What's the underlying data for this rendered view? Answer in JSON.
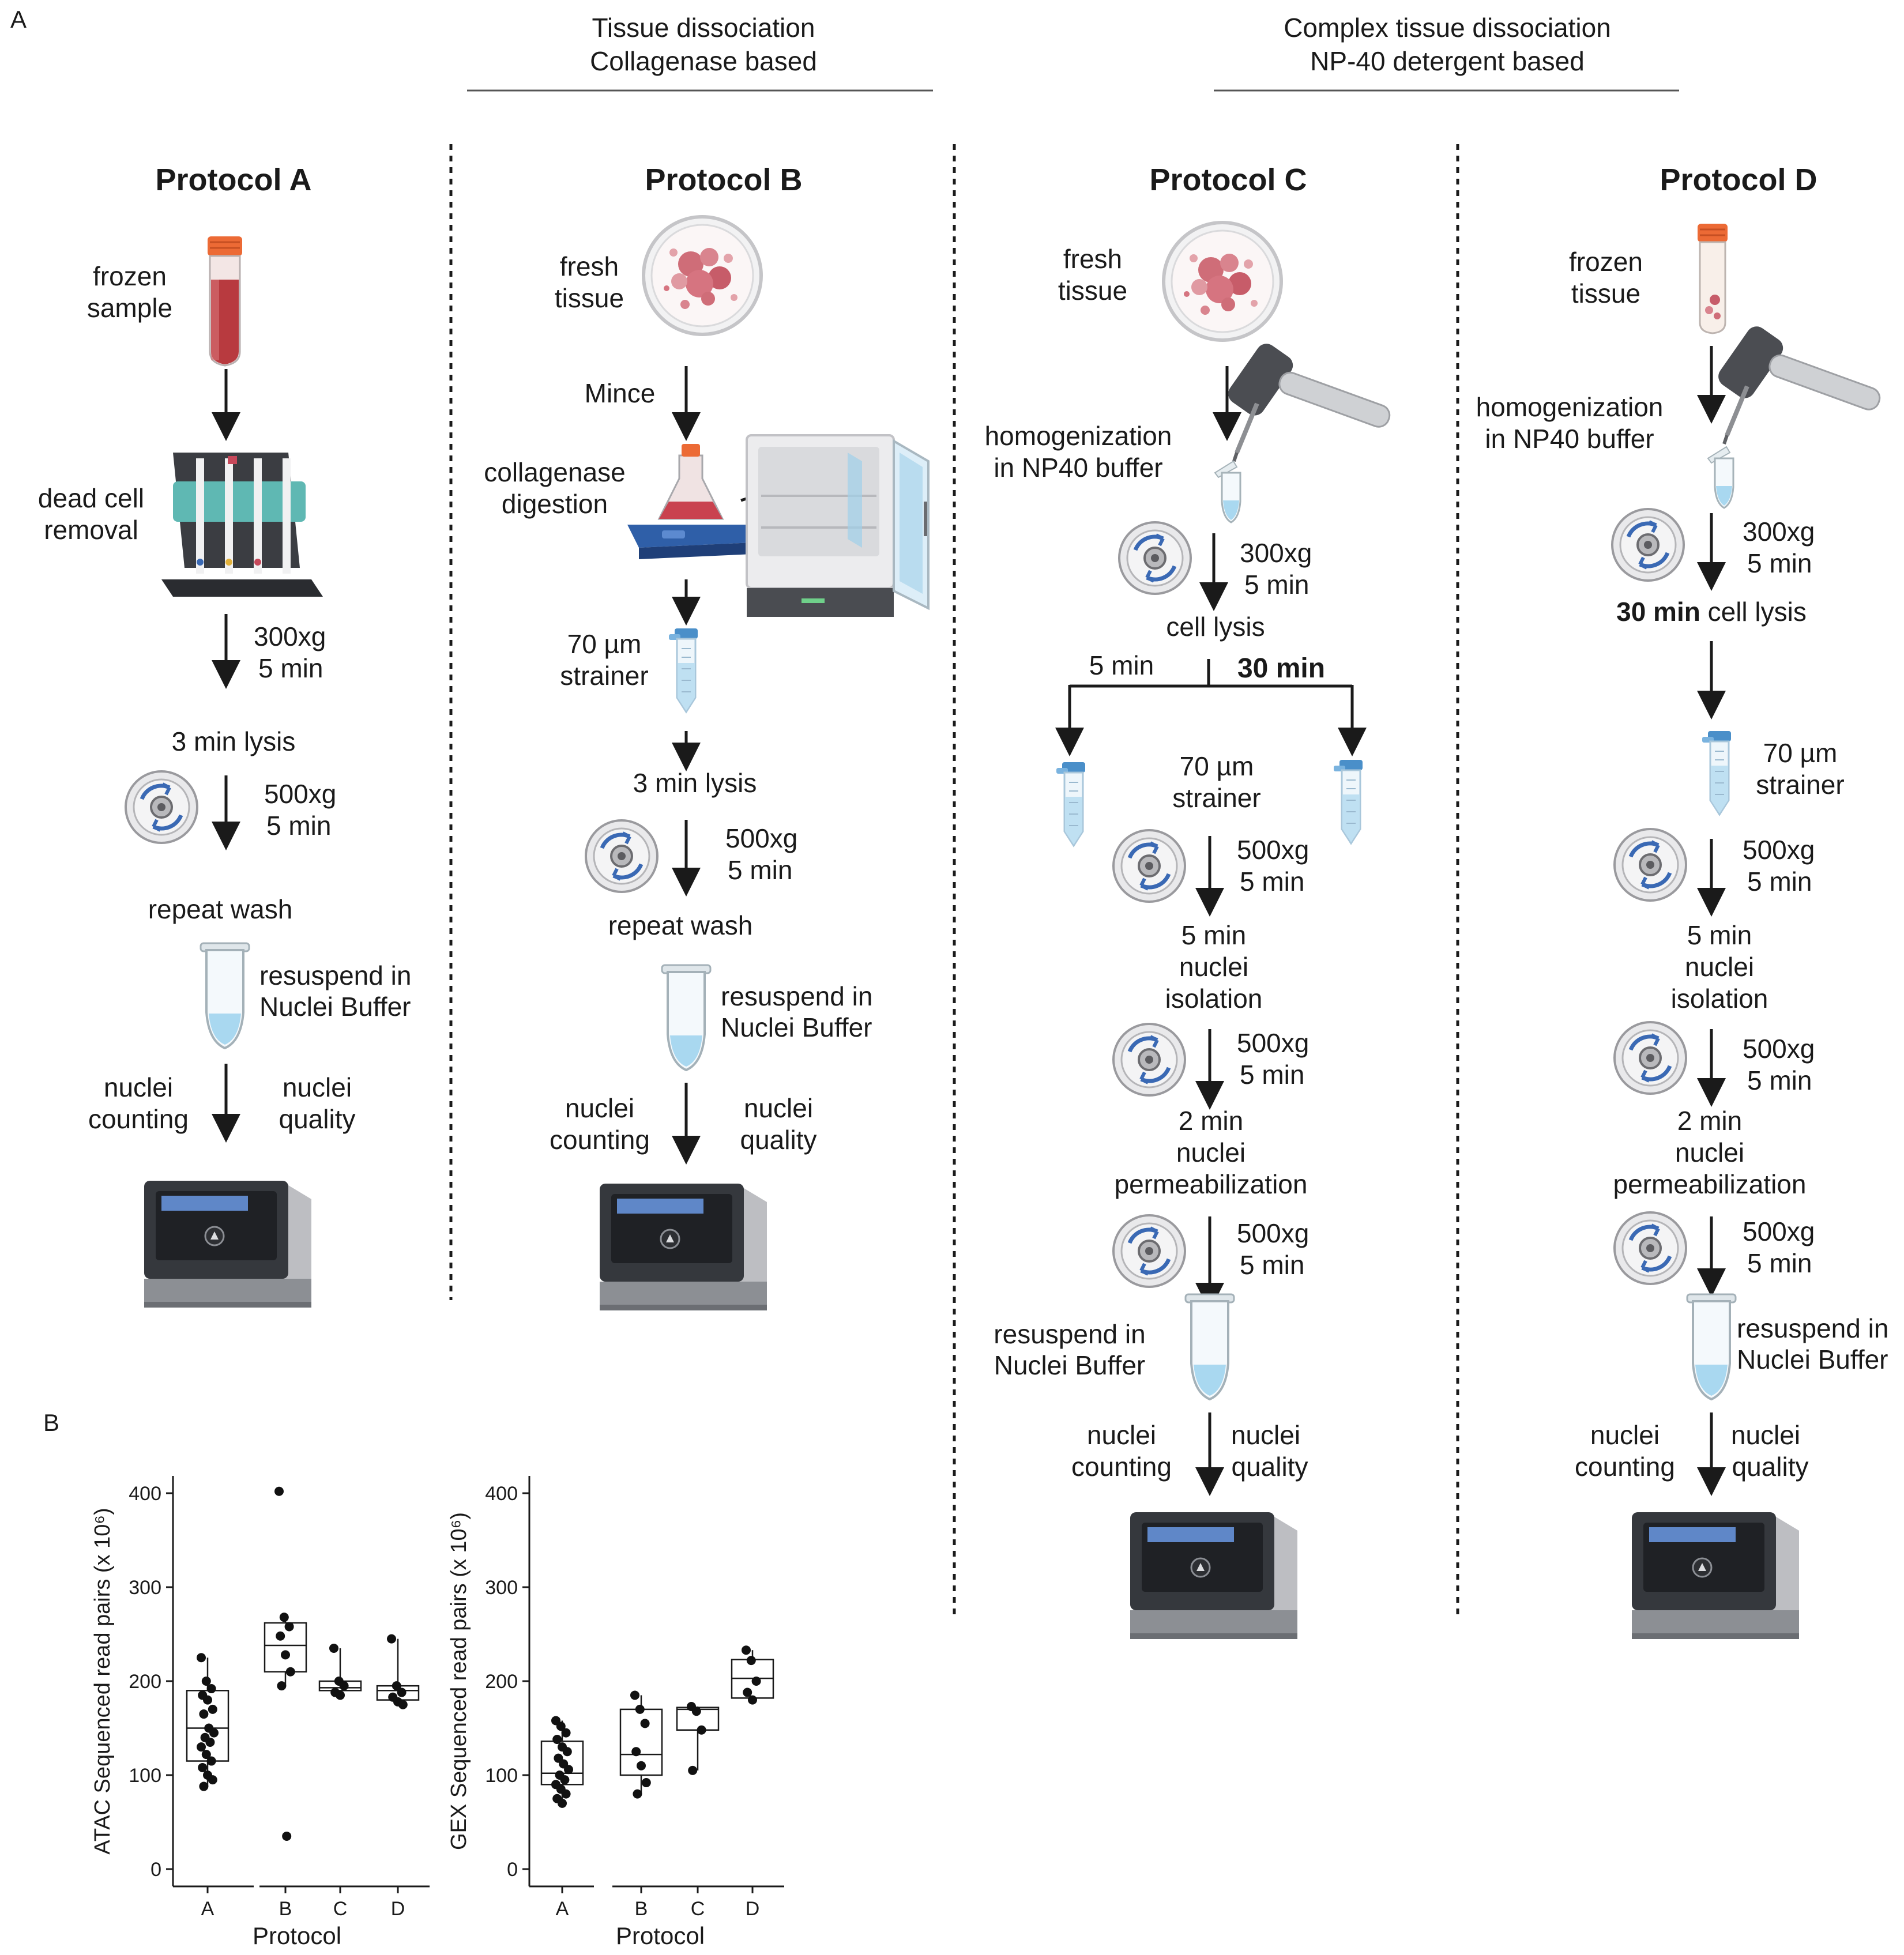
{
  "panel_labels": {
    "a": "A",
    "b": "B"
  },
  "headers": {
    "tissue_l1": "Tissue dissociation",
    "tissue_l2": "Collagenase based",
    "complex_l1": "Complex tissue dissociation",
    "complex_l2": "NP-40 detergent based"
  },
  "protocols": {
    "a": {
      "title": "Protocol A",
      "sample": [
        "frozen",
        "sample"
      ],
      "dead_cell": [
        "dead cell",
        "removal"
      ],
      "spin1": [
        "300xg",
        "5 min"
      ],
      "lysis": "3 min lysis",
      "spin2": [
        "500xg",
        "5 min"
      ],
      "repeat": "repeat wash",
      "resuspend": [
        "resuspend in",
        "Nuclei Buffer"
      ],
      "counting": [
        "nuclei",
        "counting"
      ],
      "quality": [
        "nuclei",
        "quality"
      ]
    },
    "b": {
      "title": "Protocol B",
      "sample": [
        "fresh",
        "tissue"
      ],
      "mince": "Mince",
      "digest": [
        "collagenase",
        "digestion"
      ],
      "strainer": [
        "70 µm",
        "strainer"
      ],
      "lysis": "3 min lysis",
      "spin": [
        "500xg",
        "5 min"
      ],
      "repeat": "repeat wash",
      "resuspend": [
        "resuspend in",
        "Nuclei Buffer"
      ],
      "counting": [
        "nuclei",
        "counting"
      ],
      "quality": [
        "nuclei",
        "quality"
      ]
    },
    "c": {
      "title": "Protocol C",
      "sample": [
        "fresh",
        "tissue"
      ],
      "homog": [
        "homogenization",
        "in NP40 buffer"
      ],
      "spin1": [
        "300xg",
        "5 min"
      ],
      "lysis": "cell lysis",
      "t5": "5 min",
      "t30": "30 min",
      "strainer": [
        "70 µm",
        "strainer"
      ],
      "spin2": [
        "500xg",
        "5 min"
      ],
      "isolation": [
        "5 min",
        "nuclei",
        "isolation"
      ],
      "spin3": [
        "500xg",
        "5 min"
      ],
      "perm": [
        "2 min",
        "nuclei",
        "permeabilization"
      ],
      "spin4": [
        "500xg",
        "5 min"
      ],
      "resuspend": [
        "resuspend in",
        "Nuclei Buffer"
      ],
      "counting": [
        "nuclei",
        "counting"
      ],
      "quality": [
        "nuclei",
        "quality"
      ]
    },
    "d": {
      "title": "Protocol D",
      "sample": [
        "frozen",
        "tissue"
      ],
      "homog": [
        "homogenization",
        "in NP40 buffer"
      ],
      "spin1": [
        "300xg",
        "5 min"
      ],
      "lysis_bold": "30 min",
      "lysis_rest": " cell lysis",
      "strainer": [
        "70 µm",
        "strainer"
      ],
      "spin2": [
        "500xg",
        "5 min"
      ],
      "isolation": [
        "5 min",
        "nuclei",
        "isolation"
      ],
      "spin3": [
        "500xg",
        "5 min"
      ],
      "perm": [
        "2 min",
        "nuclei",
        "permeabilization"
      ],
      "spin4": [
        "500xg",
        "5 min"
      ],
      "resuspend": [
        "resuspend in",
        "Nuclei Buffer"
      ],
      "counting": [
        "nuclei",
        "counting"
      ],
      "quality": [
        "nuclei",
        "quality"
      ]
    }
  },
  "colors": {
    "tube_cap": "#ec6a35",
    "blood": "#b83a3f",
    "centrifuge_arrow": "#3a69b4",
    "liquid_blue": "#bfe0f2",
    "instrument_dark": "#3b3e44",
    "instrument_screen": "#5f87c8"
  },
  "chart_data": [
    {
      "type": "box",
      "ylabel": "ATAC Sequenced read pairs (x 10⁶)",
      "xlabel": "Protocol",
      "ylim": [
        0,
        400
      ],
      "yticks": [
        0,
        100,
        200,
        300,
        400
      ],
      "categories": [
        "A",
        "B",
        "C",
        "D"
      ],
      "boxes": [
        {
          "category": "A",
          "min": 88,
          "q1": 115,
          "median": 150,
          "q3": 190,
          "max": 225
        },
        {
          "category": "B",
          "min": 195,
          "q1": 210,
          "median": 238,
          "q3": 262,
          "max": 268
        },
        {
          "category": "C",
          "min": 188,
          "q1": 190,
          "median": 193,
          "q3": 200,
          "max": 235
        },
        {
          "category": "D",
          "min": 178,
          "q1": 180,
          "median": 190,
          "q3": 195,
          "max": 245
        }
      ],
      "points": {
        "A": [
          225,
          200,
          192,
          185,
          180,
          170,
          165,
          150,
          145,
          140,
          135,
          130,
          122,
          115,
          108,
          100,
          95,
          88
        ],
        "B": [
          402,
          268,
          258,
          248,
          228,
          210,
          195,
          35
        ],
        "C": [
          235,
          200,
          195,
          188,
          185
        ],
        "D": [
          245,
          195,
          188,
          183,
          178,
          175
        ]
      }
    },
    {
      "type": "box",
      "ylabel": "GEX Sequenced read pairs (x 10⁶)",
      "xlabel": "Protocol",
      "ylim": [
        0,
        400
      ],
      "yticks": [
        0,
        100,
        200,
        300,
        400
      ],
      "categories": [
        "A",
        "B",
        "C",
        "D"
      ],
      "boxes": [
        {
          "category": "A",
          "min": 70,
          "q1": 90,
          "median": 102,
          "q3": 136,
          "max": 158
        },
        {
          "category": "B",
          "min": 80,
          "q1": 100,
          "median": 122,
          "q3": 170,
          "max": 185
        },
        {
          "category": "C",
          "min": 105,
          "q1": 148,
          "median": 170,
          "q3": 172,
          "max": 173
        },
        {
          "category": "D",
          "min": 182,
          "q1": 182,
          "median": 203,
          "q3": 223,
          "max": 233
        },
        {
          "category": "_",
          "min": 0,
          "q1": 0,
          "median": 0,
          "q3": 0,
          "max": 0
        }
      ],
      "points": {
        "A": [
          158,
          152,
          145,
          138,
          130,
          125,
          118,
          112,
          106,
          100,
          95,
          90,
          85,
          80,
          75,
          70
        ],
        "B": [
          185,
          170,
          155,
          125,
          110,
          92,
          80
        ],
        "C": [
          173,
          168,
          148,
          105
        ],
        "D": [
          233,
          222,
          200,
          188,
          180
        ]
      }
    }
  ]
}
